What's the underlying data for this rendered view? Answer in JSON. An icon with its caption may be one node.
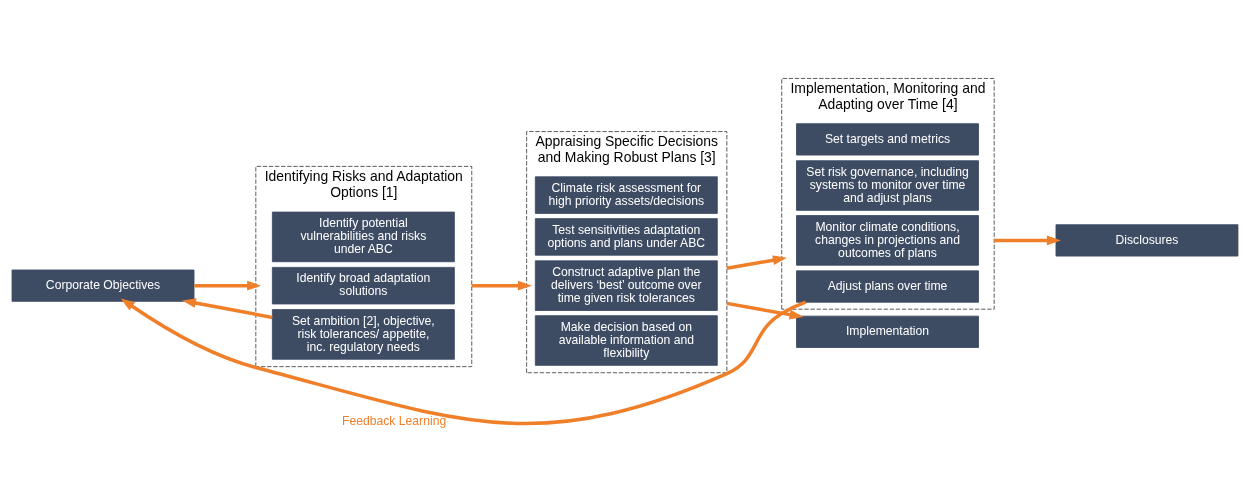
{
  "diagram": {
    "nodes": [
      {
        "text": [
          "Corporate Objectives"
        ]
      },
      {
        "text": [
          "Identifying Risks and Adaptation Options [1]"
        ]
      },
      {
        "text": [
          "Identify potential vulnerabilities and risks under ABC"
        ],
        "in": 1
      },
      {
        "text": [
          "Identify broad adaptation solutions"
        ],
        "in": 1
      },
      {
        "text": [
          "Set ambition [2], objective, risk tolerances/ appetite, inc. regulatory needs"
        ],
        "in": 1
      },
      {
        "text": [
          "Appraising Specific Decisions and Making Robust Plans [3]"
        ]
      },
      {
        "text": [
          "Climate risk assessment for high priority assets/decisions"
        ],
        "in": 5
      },
      {
        "text": [
          "Test sensitivities adaptation options and plans under ABC"
        ],
        "in": 5
      },
      {
        "text": [
          "Construct adaptive plan the delivers ‘best’ outcome over time given risk tolerances"
        ],
        "in": 5
      },
      {
        "text": [
          "Make decision based on available information and flexibility"
        ],
        "in": 5
      },
      {
        "text": [
          "Implementation, Monitoring and Adapting over Time [4]"
        ]
      },
      {
        "text": [
          "Set targets and metrics"
        ],
        "in": 10
      },
      {
        "text": [
          "Set risk governance, including systems to monitor over time and adjust plans"
        ],
        "in": 10
      },
      {
        "text": [
          "Monitor climate conditions, changes in projections and outcomes of plans"
        ],
        "in": 10
      },
      {
        "text": [
          "Adjust plans over time"
        ],
        "in": 10
      },
      {
        "text": [
          "Disclosures"
        ]
      },
      {
        "text": [
          "Implementation"
        ]
      }
    ],
    "edges": [
      {
        "from": 0,
        "to": 1,
        "arrow": "to"
      },
      {
        "from": 1,
        "to": 5,
        "arrow": "to"
      },
      {
        "from": 5,
        "to": 10,
        "arrow": "to"
      },
      {
        "from": 10,
        "to": 15,
        "arrow": "to"
      },
      {
        "from": 5,
        "to": 16,
        "arrow": "to"
      },
      {
        "from": 4,
        "to": 0,
        "arrow": "to"
      },
      {
        "from": 14,
        "to": 0,
        "arrow": "to",
        "label": "Feedback Learning"
      }
    ]
  }
}
